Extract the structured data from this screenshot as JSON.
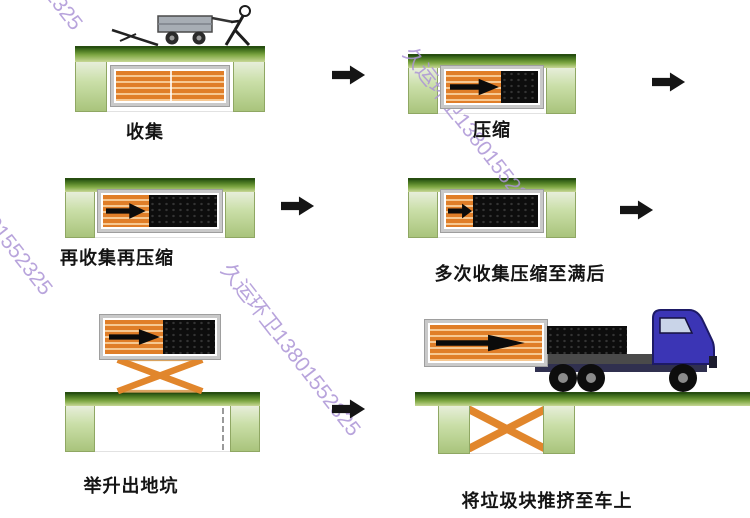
{
  "watermark": {
    "text": "久运环卫13801552325"
  },
  "steps": [
    {
      "label": "收集"
    },
    {
      "label": "压缩"
    },
    {
      "label": "再收集再压缩"
    },
    {
      "label": "多次收集压缩至满后"
    },
    {
      "label": "举升出地坑"
    },
    {
      "label": "将垃圾块推挤至车上"
    }
  ],
  "colors": {
    "ground_green": "#5d8a2b",
    "pit_wall_green": "#c3d89b",
    "container_orange": "#e07e28",
    "container_frame_gray": "#c9c9c9",
    "waste_black": "#0d0d0d",
    "flow_arrow_black": "#151515",
    "scissor_lift_orange": "#e1862c",
    "truck_blue": "#3b35b5",
    "watermark_purple": "#ab94d6"
  }
}
